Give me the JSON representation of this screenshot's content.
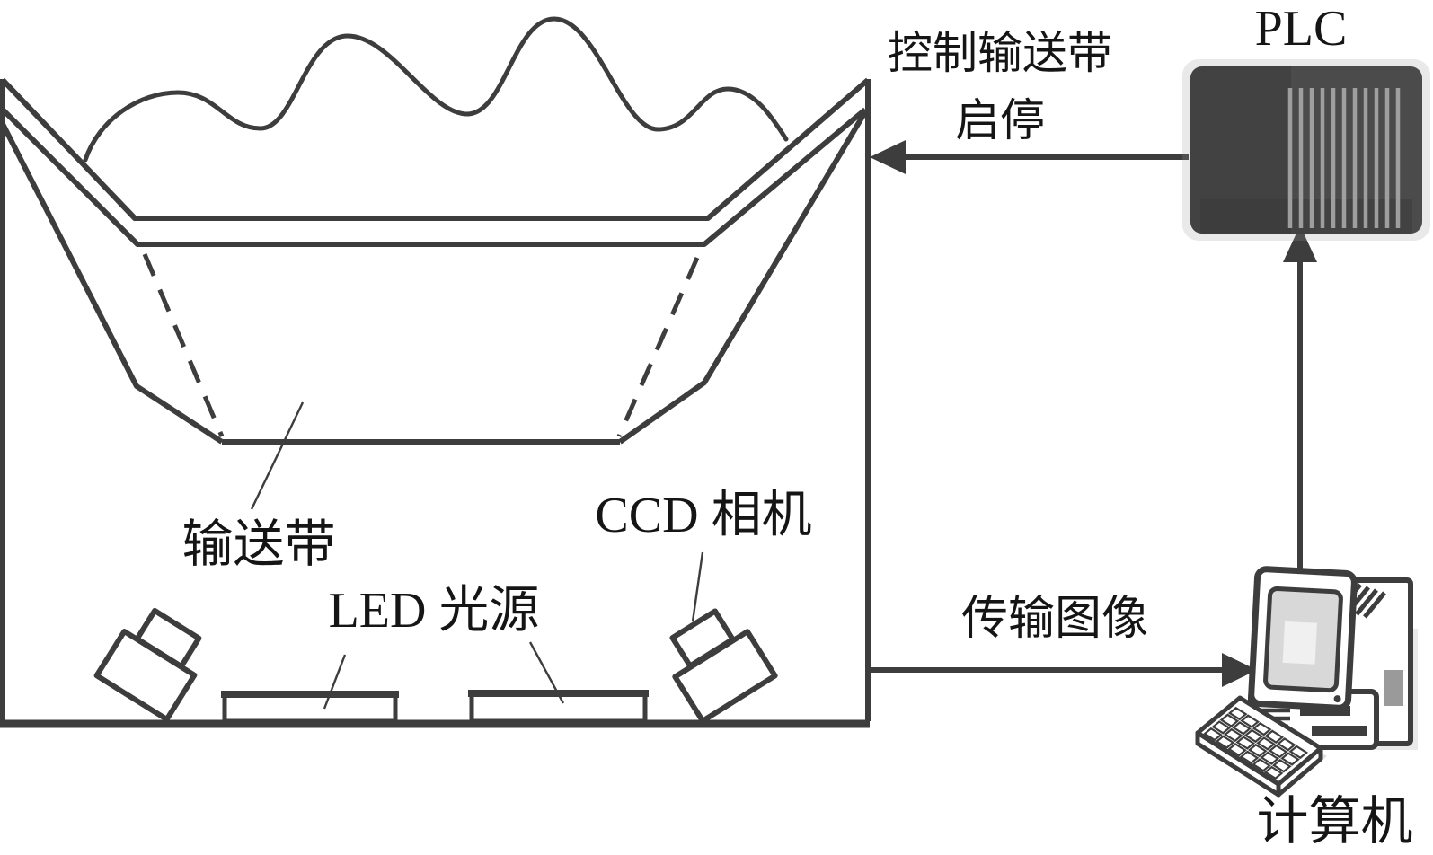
{
  "labels": {
    "conveyor_belt": "输送带",
    "led_light_source": "LED 光源",
    "ccd_camera": "CCD 相机",
    "plc": "PLC",
    "computer": "计算机",
    "control_line1": "控制输送带",
    "control_line2": "启停",
    "transmit_image": "传输图像"
  },
  "colors": {
    "line": "#3d3d3d",
    "text": "#151515",
    "plc-body": "#4b4b4b",
    "plc-stripe": "#a8a8a8",
    "screen": "#d8d8d8",
    "shadow": "#c9c9c9",
    "background": "#ffffff"
  }
}
